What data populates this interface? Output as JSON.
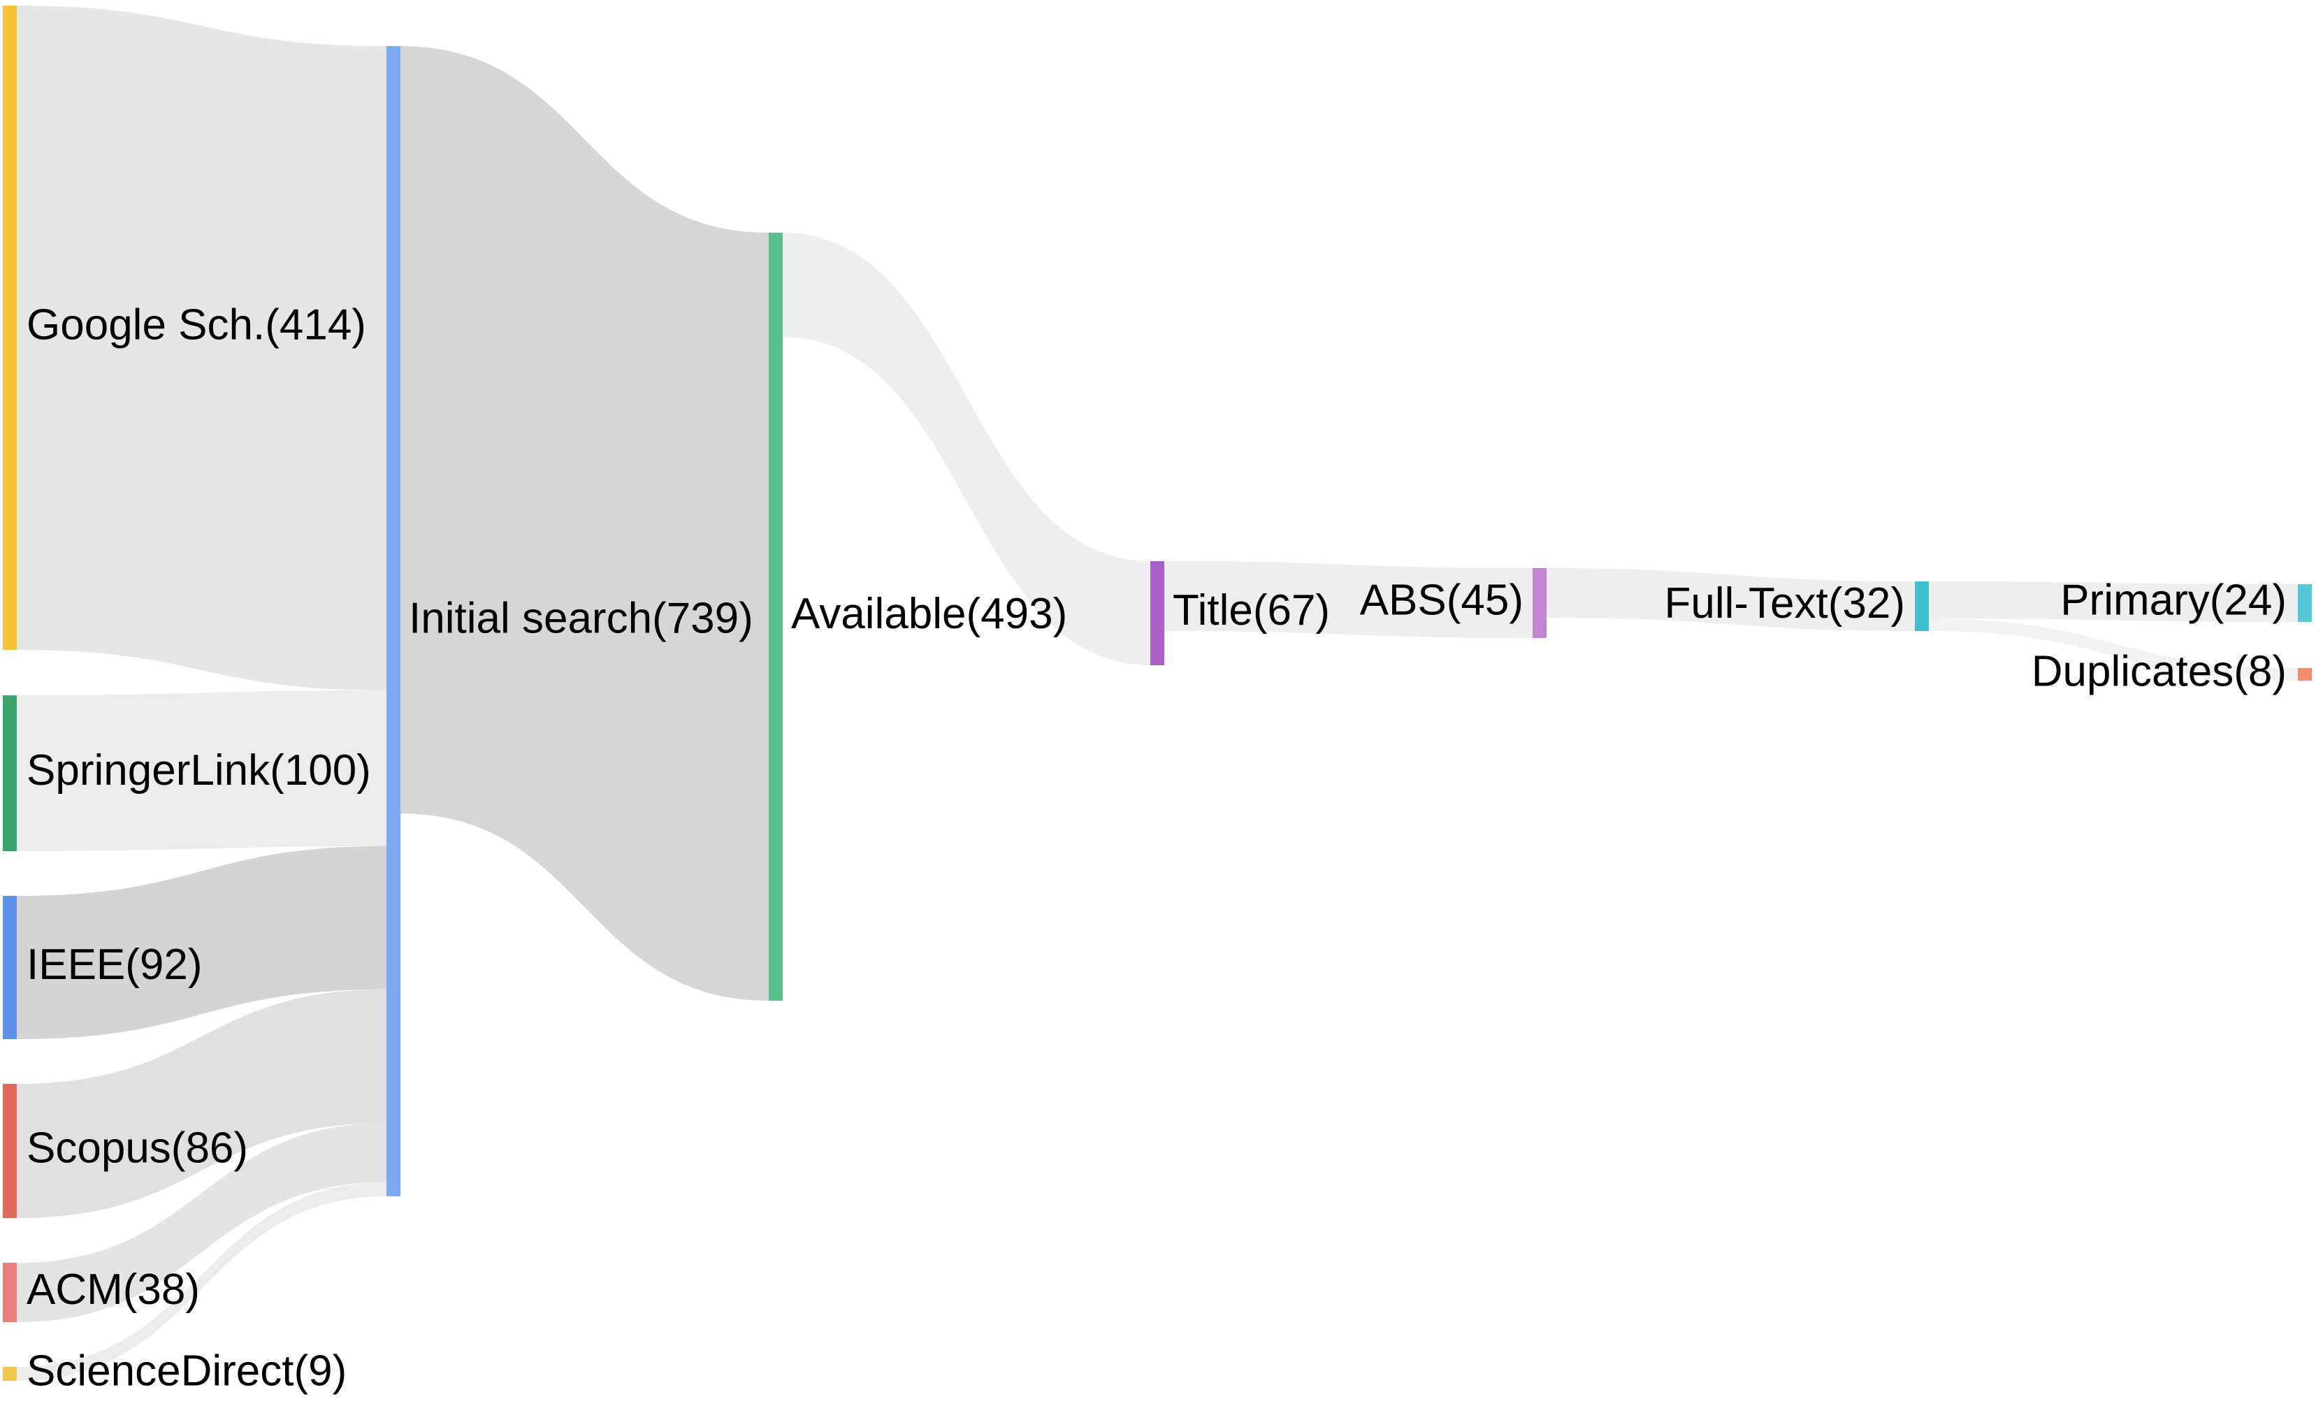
{
  "nodes": [
    {
      "id": "google",
      "label": "Google Sch.(414)",
      "value": 414,
      "color": "#f4c338"
    },
    {
      "id": "springer",
      "label": "SpringerLink(100)",
      "value": 100,
      "color": "#3aa56b"
    },
    {
      "id": "ieee",
      "label": "IEEE(92)",
      "value": 92,
      "color": "#5f90e8"
    },
    {
      "id": "scopus",
      "label": "Scopus(86)",
      "value": 86,
      "color": "#e16a5f"
    },
    {
      "id": "acm",
      "label": "ACM(38)",
      "value": 38,
      "color": "#e8817c"
    },
    {
      "id": "sciencedirect",
      "label": "ScienceDirect(9)",
      "value": 9,
      "color": "#f4c64f"
    },
    {
      "id": "initial",
      "label": "Initial search(739)",
      "value": 739,
      "color": "#7ba9f4"
    },
    {
      "id": "available",
      "label": "Available(493)",
      "value": 493,
      "color": "#5bbf8c"
    },
    {
      "id": "title",
      "label": "Title(67)",
      "value": 67,
      "color": "#a860c8"
    },
    {
      "id": "abs",
      "label": "ABS(45)",
      "value": 45,
      "color": "#c485d6"
    },
    {
      "id": "fulltext",
      "label": "Full-Text(32)",
      "value": 32,
      "color": "#3ec1cf"
    },
    {
      "id": "primary",
      "label": "Primary(24)",
      "value": 24,
      "color": "#56c8d6"
    },
    {
      "id": "duplicates",
      "label": "Duplicates(8)",
      "value": 8,
      "color": "#f08c70"
    }
  ],
  "links": [
    {
      "source": "google",
      "target": "initial",
      "value": 414,
      "shade": "#e6e6e6"
    },
    {
      "source": "springer",
      "target": "initial",
      "value": 100,
      "shade": "#ececec"
    },
    {
      "source": "ieee",
      "target": "initial",
      "value": 92,
      "shade": "#d4d4d4"
    },
    {
      "source": "scopus",
      "target": "initial",
      "value": 86,
      "shade": "#e0e0e0"
    },
    {
      "source": "acm",
      "target": "initial",
      "value": 38,
      "shade": "#e4e4e4"
    },
    {
      "source": "sciencedirect",
      "target": "initial",
      "value": 9,
      "shade": "#ececec"
    },
    {
      "source": "initial",
      "target": "available",
      "value": 493,
      "shade": "#d6d6d6"
    },
    {
      "source": "available",
      "target": "title",
      "value": 67,
      "shade": "#eeeeee"
    },
    {
      "source": "title",
      "target": "abs",
      "value": 45,
      "shade": "#eeeeee"
    },
    {
      "source": "abs",
      "target": "fulltext",
      "value": 32,
      "shade": "#eeeeee"
    },
    {
      "source": "fulltext",
      "target": "primary",
      "value": 24,
      "shade": "#eeeeee"
    },
    {
      "source": "fulltext",
      "target": "duplicates",
      "value": 8,
      "shade": "#f2f2f2"
    }
  ]
}
